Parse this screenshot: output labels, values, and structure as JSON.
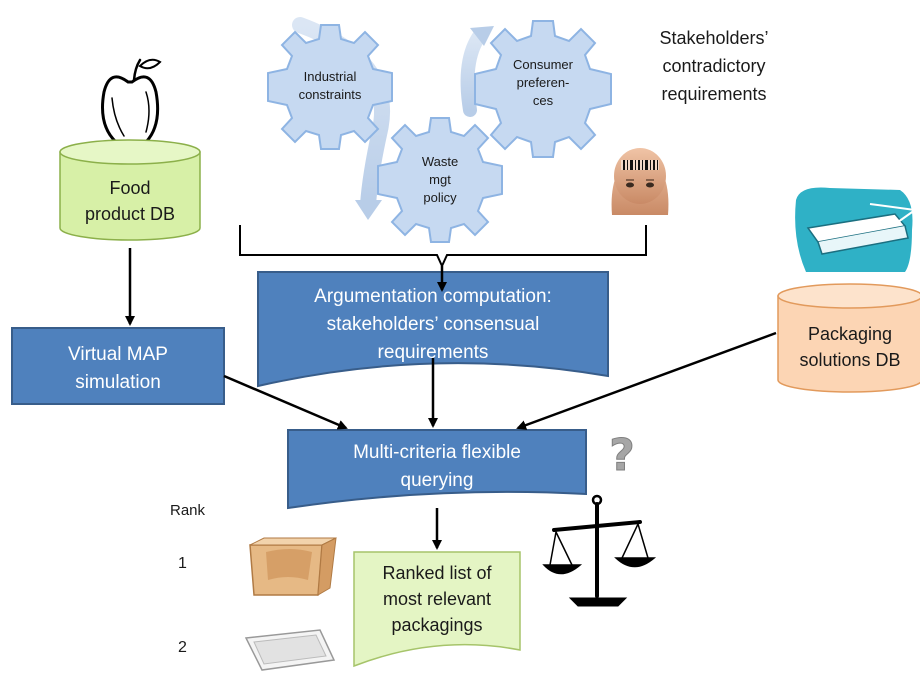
{
  "gears": {
    "industrial": [
      "Industrial",
      "constraints"
    ],
    "consumer": [
      "Consumer",
      "preferen-",
      "ces"
    ],
    "waste": [
      "Waste",
      "mgt",
      "policy"
    ]
  },
  "stakeholders_label": [
    "Stakeholders’",
    "contradictory",
    "requirements"
  ],
  "food_db": [
    "Food",
    "product DB"
  ],
  "packaging_db": [
    "Packaging",
    "solutions DB"
  ],
  "argumentation_box": [
    "Argumentation computation:",
    "stakeholders’ consensual",
    "requirements"
  ],
  "virtual_map_box": [
    "Virtual MAP",
    "simulation"
  ],
  "query_box": [
    "Multi-criteria flexible",
    "querying"
  ],
  "ranked_list": [
    "Ranked list of",
    "most relevant",
    "packagings"
  ],
  "rank": {
    "header": "Rank",
    "items": [
      "1",
      "2"
    ]
  },
  "question_mark": "?",
  "colors": {
    "box_blue": "#4f81bd",
    "box_blue_border": "#385d8a",
    "food_db_fill": "#d7f0a7",
    "packaging_db_fill": "#fcd5b4",
    "ranked_fill": "#e4f5c4",
    "gear_fill": "#c6d9f1",
    "gear_stroke": "#8eb4e3"
  },
  "icons": [
    "apple-icon",
    "barcode-head-icon",
    "packaging-film-icon",
    "question-mark-icon",
    "scales-icon",
    "tray-brown-icon",
    "tray-white-icon"
  ]
}
